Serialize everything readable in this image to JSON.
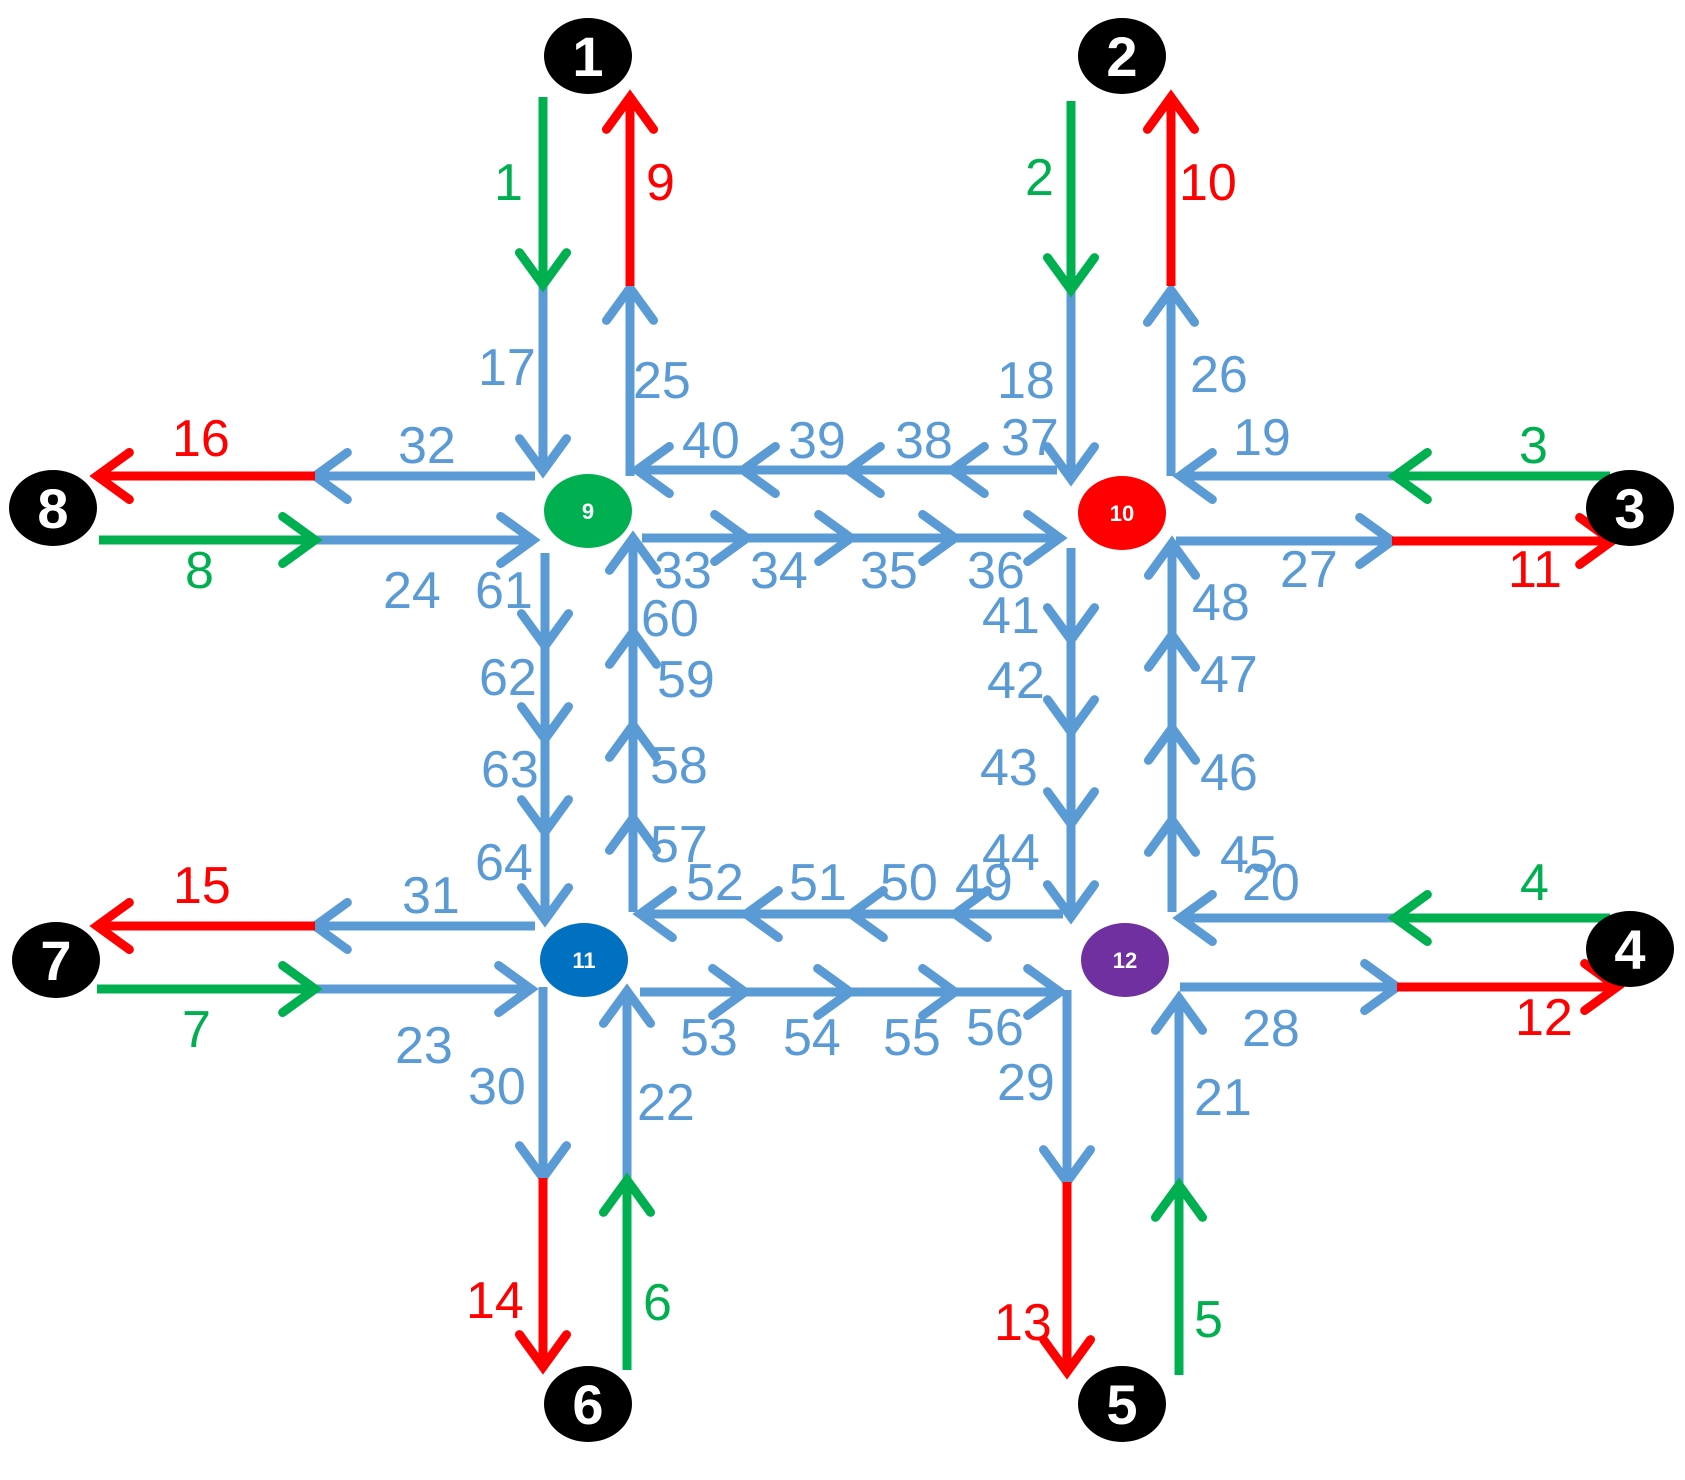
{
  "colors": {
    "entry": "#00B050",
    "exit": "#FF0000",
    "internal": "#5B9BD5",
    "terminal": "#000000",
    "node_9": "#00B050",
    "node_10": "#FF0000",
    "node_11": "#0070C0",
    "node_12": "#7030A0"
  },
  "terminal_nodes": [
    "1",
    "2",
    "3",
    "4",
    "5",
    "6",
    "7",
    "8"
  ],
  "intersection_nodes": [
    "9",
    "10",
    "11",
    "12"
  ],
  "entry_links": [
    "1",
    "2",
    "3",
    "4",
    "5",
    "6",
    "7",
    "8"
  ],
  "exit_links": [
    "9",
    "10",
    "11",
    "12",
    "13",
    "14",
    "15",
    "16"
  ],
  "internal_links": [
    "17",
    "18",
    "19",
    "20",
    "21",
    "22",
    "23",
    "24",
    "25",
    "26",
    "27",
    "28",
    "29",
    "30",
    "31",
    "32",
    "33",
    "34",
    "35",
    "36",
    "37",
    "38",
    "39",
    "40",
    "41",
    "42",
    "43",
    "44",
    "45",
    "46",
    "47",
    "48",
    "49",
    "50",
    "51",
    "52",
    "53",
    "54",
    "55",
    "56",
    "57",
    "58",
    "59",
    "60",
    "61",
    "62",
    "63",
    "64"
  ]
}
